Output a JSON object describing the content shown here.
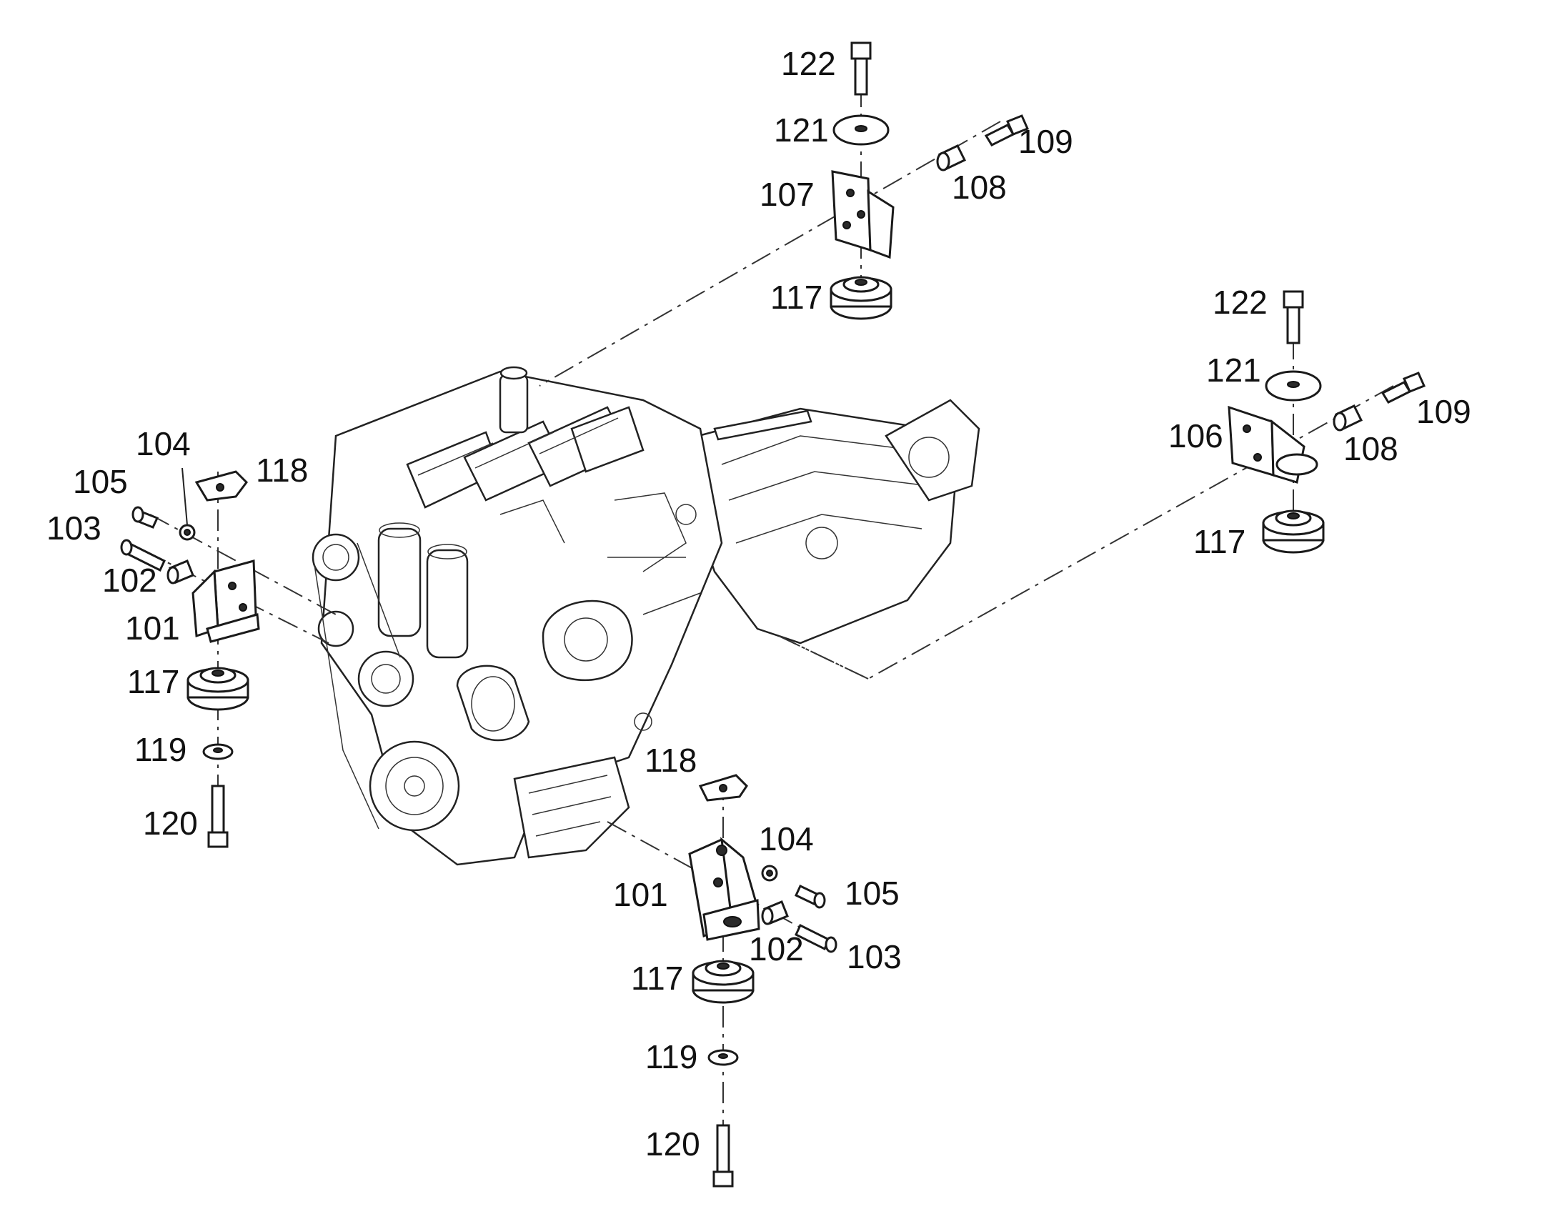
{
  "labels": [
    {
      "id": "t122",
      "text": "122"
    },
    {
      "id": "t121",
      "text": "121"
    },
    {
      "id": "t109",
      "text": "109"
    },
    {
      "id": "t108",
      "text": "108"
    },
    {
      "id": "t107",
      "text": "107"
    },
    {
      "id": "t117",
      "text": "117"
    },
    {
      "id": "r122",
      "text": "122"
    },
    {
      "id": "r121",
      "text": "121"
    },
    {
      "id": "r109",
      "text": "109"
    },
    {
      "id": "r106",
      "text": "106"
    },
    {
      "id": "r108",
      "text": "108"
    },
    {
      "id": "r117",
      "text": "117"
    },
    {
      "id": "l104",
      "text": "104"
    },
    {
      "id": "l118",
      "text": "118"
    },
    {
      "id": "l105",
      "text": "105"
    },
    {
      "id": "l103",
      "text": "103"
    },
    {
      "id": "l102",
      "text": "102"
    },
    {
      "id": "l101",
      "text": "101"
    },
    {
      "id": "l117",
      "text": "117"
    },
    {
      "id": "l119",
      "text": "119"
    },
    {
      "id": "l120",
      "text": "120"
    },
    {
      "id": "b118",
      "text": "118"
    },
    {
      "id": "b104",
      "text": "104"
    },
    {
      "id": "b101",
      "text": "101"
    },
    {
      "id": "b105",
      "text": "105"
    },
    {
      "id": "b102",
      "text": "102"
    },
    {
      "id": "b103",
      "text": "103"
    },
    {
      "id": "b117",
      "text": "117"
    },
    {
      "id": "b119",
      "text": "119"
    },
    {
      "id": "b120",
      "text": "120"
    }
  ]
}
